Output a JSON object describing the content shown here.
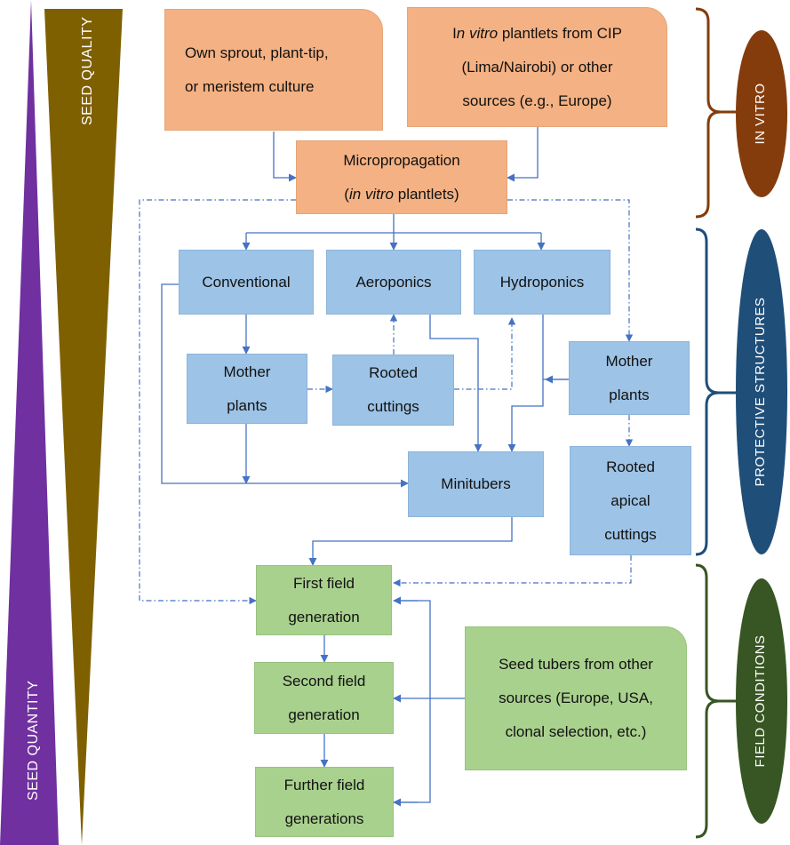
{
  "labels": {
    "seed_quality": "SEED QUALITY",
    "seed_quantity": "SEED QUANTITY",
    "in_vitro": "IN VITRO",
    "protective_structures": "PROTECTIVE STRUCTURES",
    "field_conditions": "FIELD CONDITIONS"
  },
  "nodes": {
    "own_sprout": [
      "Own sprout, plant-tip,",
      "or meristem culture"
    ],
    "in_vitro_plantlets": {
      "line1_prefix": "I",
      "line1_italic": "n vitro",
      "line1_suffix": " plantlets from CIP",
      "line2": "(Lima/Nairobi) or other",
      "line3": "sources (e.g., Europe)"
    },
    "micropropagation": {
      "line1": "Micropropagation",
      "line2_open": "(",
      "line2_italic": "in vitro",
      "line2_close": " plantlets)"
    },
    "conventional": "Conventional",
    "aeroponics": "Aeroponics",
    "hydroponics": "Hydroponics",
    "mother_plants_left": [
      "Mother",
      "plants"
    ],
    "rooted_cuttings": [
      "Rooted",
      "cuttings"
    ],
    "mother_plants_right": [
      "Mother",
      "plants"
    ],
    "minitubers": "Minitubers",
    "rooted_apical_cuttings": [
      "Rooted",
      "apical",
      "cuttings"
    ],
    "first_field": [
      "First field",
      "generation"
    ],
    "second_field": [
      "Second field",
      "generation"
    ],
    "further_field": [
      "Further field",
      "generations"
    ],
    "seed_tubers_other": [
      "Seed tubers from other",
      "sources (Europe, USA,",
      "clonal selection, etc.)"
    ]
  },
  "colors": {
    "orange_box": "#f4b183",
    "blue_box": "#9dc3e6",
    "green_box": "#a9d18e",
    "arrow": "#4472c4",
    "quality_triangle": "#7f6000",
    "quantity_triangle": "#7030a0",
    "in_vitro": "#843c0c",
    "protective": "#1f4e79",
    "field": "#375623"
  }
}
